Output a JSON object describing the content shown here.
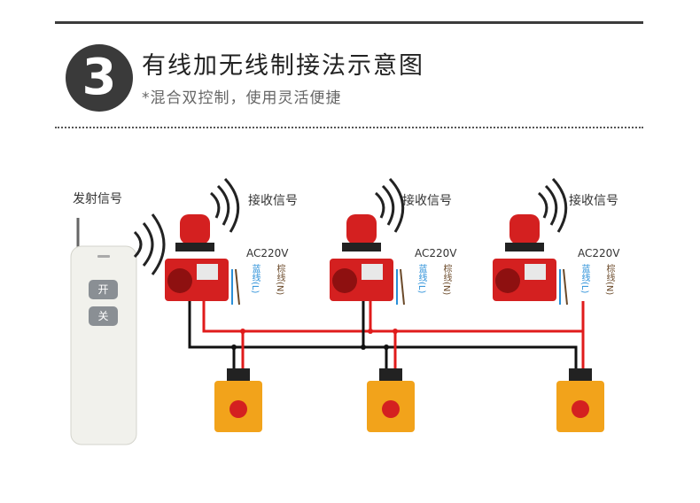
{
  "header": {
    "step_number": "3",
    "title": "有线加无线制接法示意图",
    "subtitle": "*混合双控制，使用灵活便捷"
  },
  "transmitter": {
    "label": "发射信号",
    "btn_on": "开",
    "btn_off": "关"
  },
  "receivers": [
    {
      "label": "接收信号",
      "power": "AC220V",
      "live_wire": "蓝线(L)",
      "neutral_wire": "棕线(N)"
    },
    {
      "label": "接收信号",
      "power": "AC220V",
      "live_wire": "蓝线(L)",
      "neutral_wire": "棕线(N)"
    },
    {
      "label": "接收信号",
      "power": "AC220V",
      "live_wire": "蓝线(L)",
      "neutral_wire": "棕线(N)"
    }
  ],
  "colors": {
    "dark": "#3a3a3a",
    "alarm_red": "#d42020",
    "button_box": "#f2a31b",
    "wire_red": "#e01b1b",
    "wire_black": "#111111",
    "wire_blue": "#2a8fd8",
    "wire_brown": "#6b4a2a"
  }
}
